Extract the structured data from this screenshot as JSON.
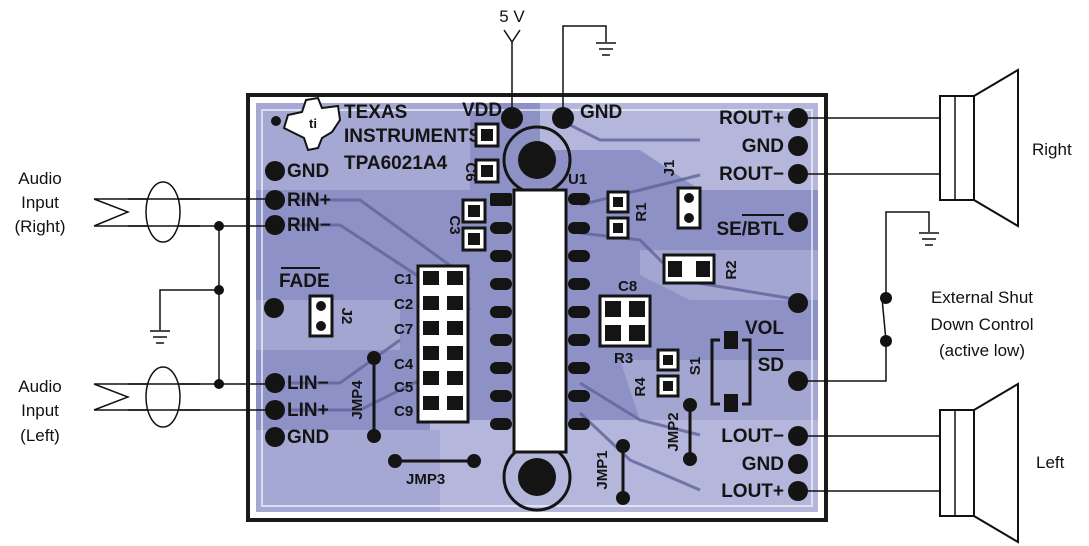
{
  "external": {
    "supply": "5 V",
    "audio_in_right": [
      "Audio",
      "Input",
      "(Right)"
    ],
    "audio_in_left": [
      "Audio",
      "Input",
      "(Left)"
    ],
    "speaker_right": "Right",
    "speaker_left": "Left",
    "shutdown": [
      "External Shut",
      "Down Control",
      "(active low)"
    ]
  },
  "board": {
    "logo": [
      "TEXAS",
      "INSTRUMENTS"
    ],
    "part": "TPA6021A4",
    "pins_left": [
      "GND",
      "RIN+",
      "RIN−",
      "LIN−",
      "LIN+",
      "GND"
    ],
    "fade": "FADE",
    "vdd": "VDD",
    "gnd_top": "GND",
    "pins_right": [
      "ROUT+",
      "GND",
      "ROUT−",
      "SE/BTL",
      "VOL",
      "SD",
      "LOUT−",
      "GND",
      "LOUT+"
    ],
    "caps_left": [
      "C1",
      "C2",
      "C7",
      "C4",
      "C5",
      "C9"
    ],
    "refs": {
      "c3": "C3",
      "c6": "C6",
      "c8": "C8",
      "r1": "R1",
      "r2": "R2",
      "r3": "R3",
      "r4": "R4",
      "j1": "J1",
      "j2": "J2",
      "s1": "S1",
      "u1": "U1",
      "jmp1": "JMP1",
      "jmp2": "JMP2",
      "jmp3": "JMP3",
      "jmp4": "JMP4"
    }
  }
}
